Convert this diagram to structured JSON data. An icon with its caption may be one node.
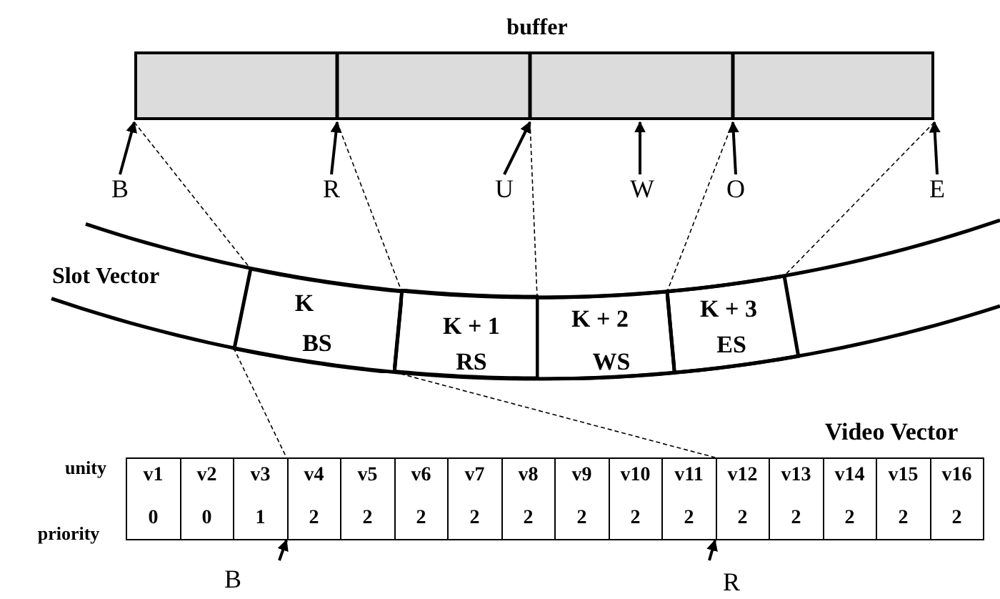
{
  "diagram": {
    "nodes": [
      {
        "text": [
          "buffer"
        ]
      },
      {
        "text": [
          "Slot Vector"
        ]
      },
      {
        "text": [
          "K",
          "BS"
        ],
        "in": 1
      },
      {
        "text": [
          "K + 1",
          "RS"
        ],
        "in": 1
      },
      {
        "text": [
          "K + 2",
          "WS"
        ],
        "in": 1
      },
      {
        "text": [
          "K + 3",
          "ES"
        ],
        "in": 1
      },
      {
        "text": [
          "B"
        ]
      },
      {
        "text": [
          "R"
        ]
      },
      {
        "text": [
          "U"
        ]
      },
      {
        "text": [
          "W"
        ]
      },
      {
        "text": [
          "O"
        ]
      },
      {
        "text": [
          "E"
        ]
      },
      {
        "text": [
          "Video Vector"
        ]
      },
      {
        "text": [
          "v1",
          "0"
        ],
        "in": 12
      },
      {
        "text": [
          "v2",
          "0"
        ],
        "in": 12
      },
      {
        "text": [
          "v3",
          "1"
        ],
        "in": 12
      },
      {
        "text": [
          "v4",
          "2"
        ],
        "in": 12
      },
      {
        "text": [
          "v5",
          "2"
        ],
        "in": 12
      },
      {
        "text": [
          "v6",
          "2"
        ],
        "in": 12
      },
      {
        "text": [
          "v7",
          "2"
        ],
        "in": 12
      },
      {
        "text": [
          "v8",
          "2"
        ],
        "in": 12
      },
      {
        "text": [
          "v9",
          "2"
        ],
        "in": 12
      },
      {
        "text": [
          "v10",
          "2"
        ],
        "in": 12
      },
      {
        "text": [
          "v11",
          "2"
        ],
        "in": 12
      },
      {
        "text": [
          "v12",
          "2"
        ],
        "in": 12
      },
      {
        "text": [
          "v13",
          "2"
        ],
        "in": 12
      },
      {
        "text": [
          "v14",
          "2"
        ],
        "in": 12
      },
      {
        "text": [
          "v15",
          "2"
        ],
        "in": 12
      },
      {
        "text": [
          "v16",
          "2"
        ],
        "in": 12
      }
    ],
    "edges": [
      {
        "from": 6,
        "to": 0,
        "arrow": "to"
      },
      {
        "from": 7,
        "to": 0,
        "arrow": "to"
      },
      {
        "from": 8,
        "to": 0,
        "arrow": "to"
      },
      {
        "from": 9,
        "to": 0,
        "arrow": "to"
      },
      {
        "from": 10,
        "to": 0,
        "arrow": "to"
      },
      {
        "from": 11,
        "to": 0,
        "arrow": "to"
      },
      {
        "from": 0,
        "to": 2,
        "arrow": "none",
        "style": "dashed"
      },
      {
        "from": 0,
        "to": 3,
        "arrow": "none",
        "style": "dashed"
      },
      {
        "from": 0,
        "to": 4,
        "arrow": "none",
        "style": "dashed"
      },
      {
        "from": 0,
        "to": 5,
        "arrow": "none",
        "style": "dashed"
      },
      {
        "from": 0,
        "to": 5,
        "arrow": "none",
        "style": "dashed"
      },
      {
        "from": 2,
        "to": 16,
        "arrow": "none",
        "style": "dashed"
      },
      {
        "from": 3,
        "to": 24,
        "arrow": "none",
        "style": "dashed"
      },
      {
        "from": null,
        "to": 16,
        "arrow": "to"
      },
      {
        "from": null,
        "to": 24,
        "arrow": "to"
      }
    ],
    "labels": [
      "unity",
      "priority",
      "B",
      "R"
    ]
  }
}
